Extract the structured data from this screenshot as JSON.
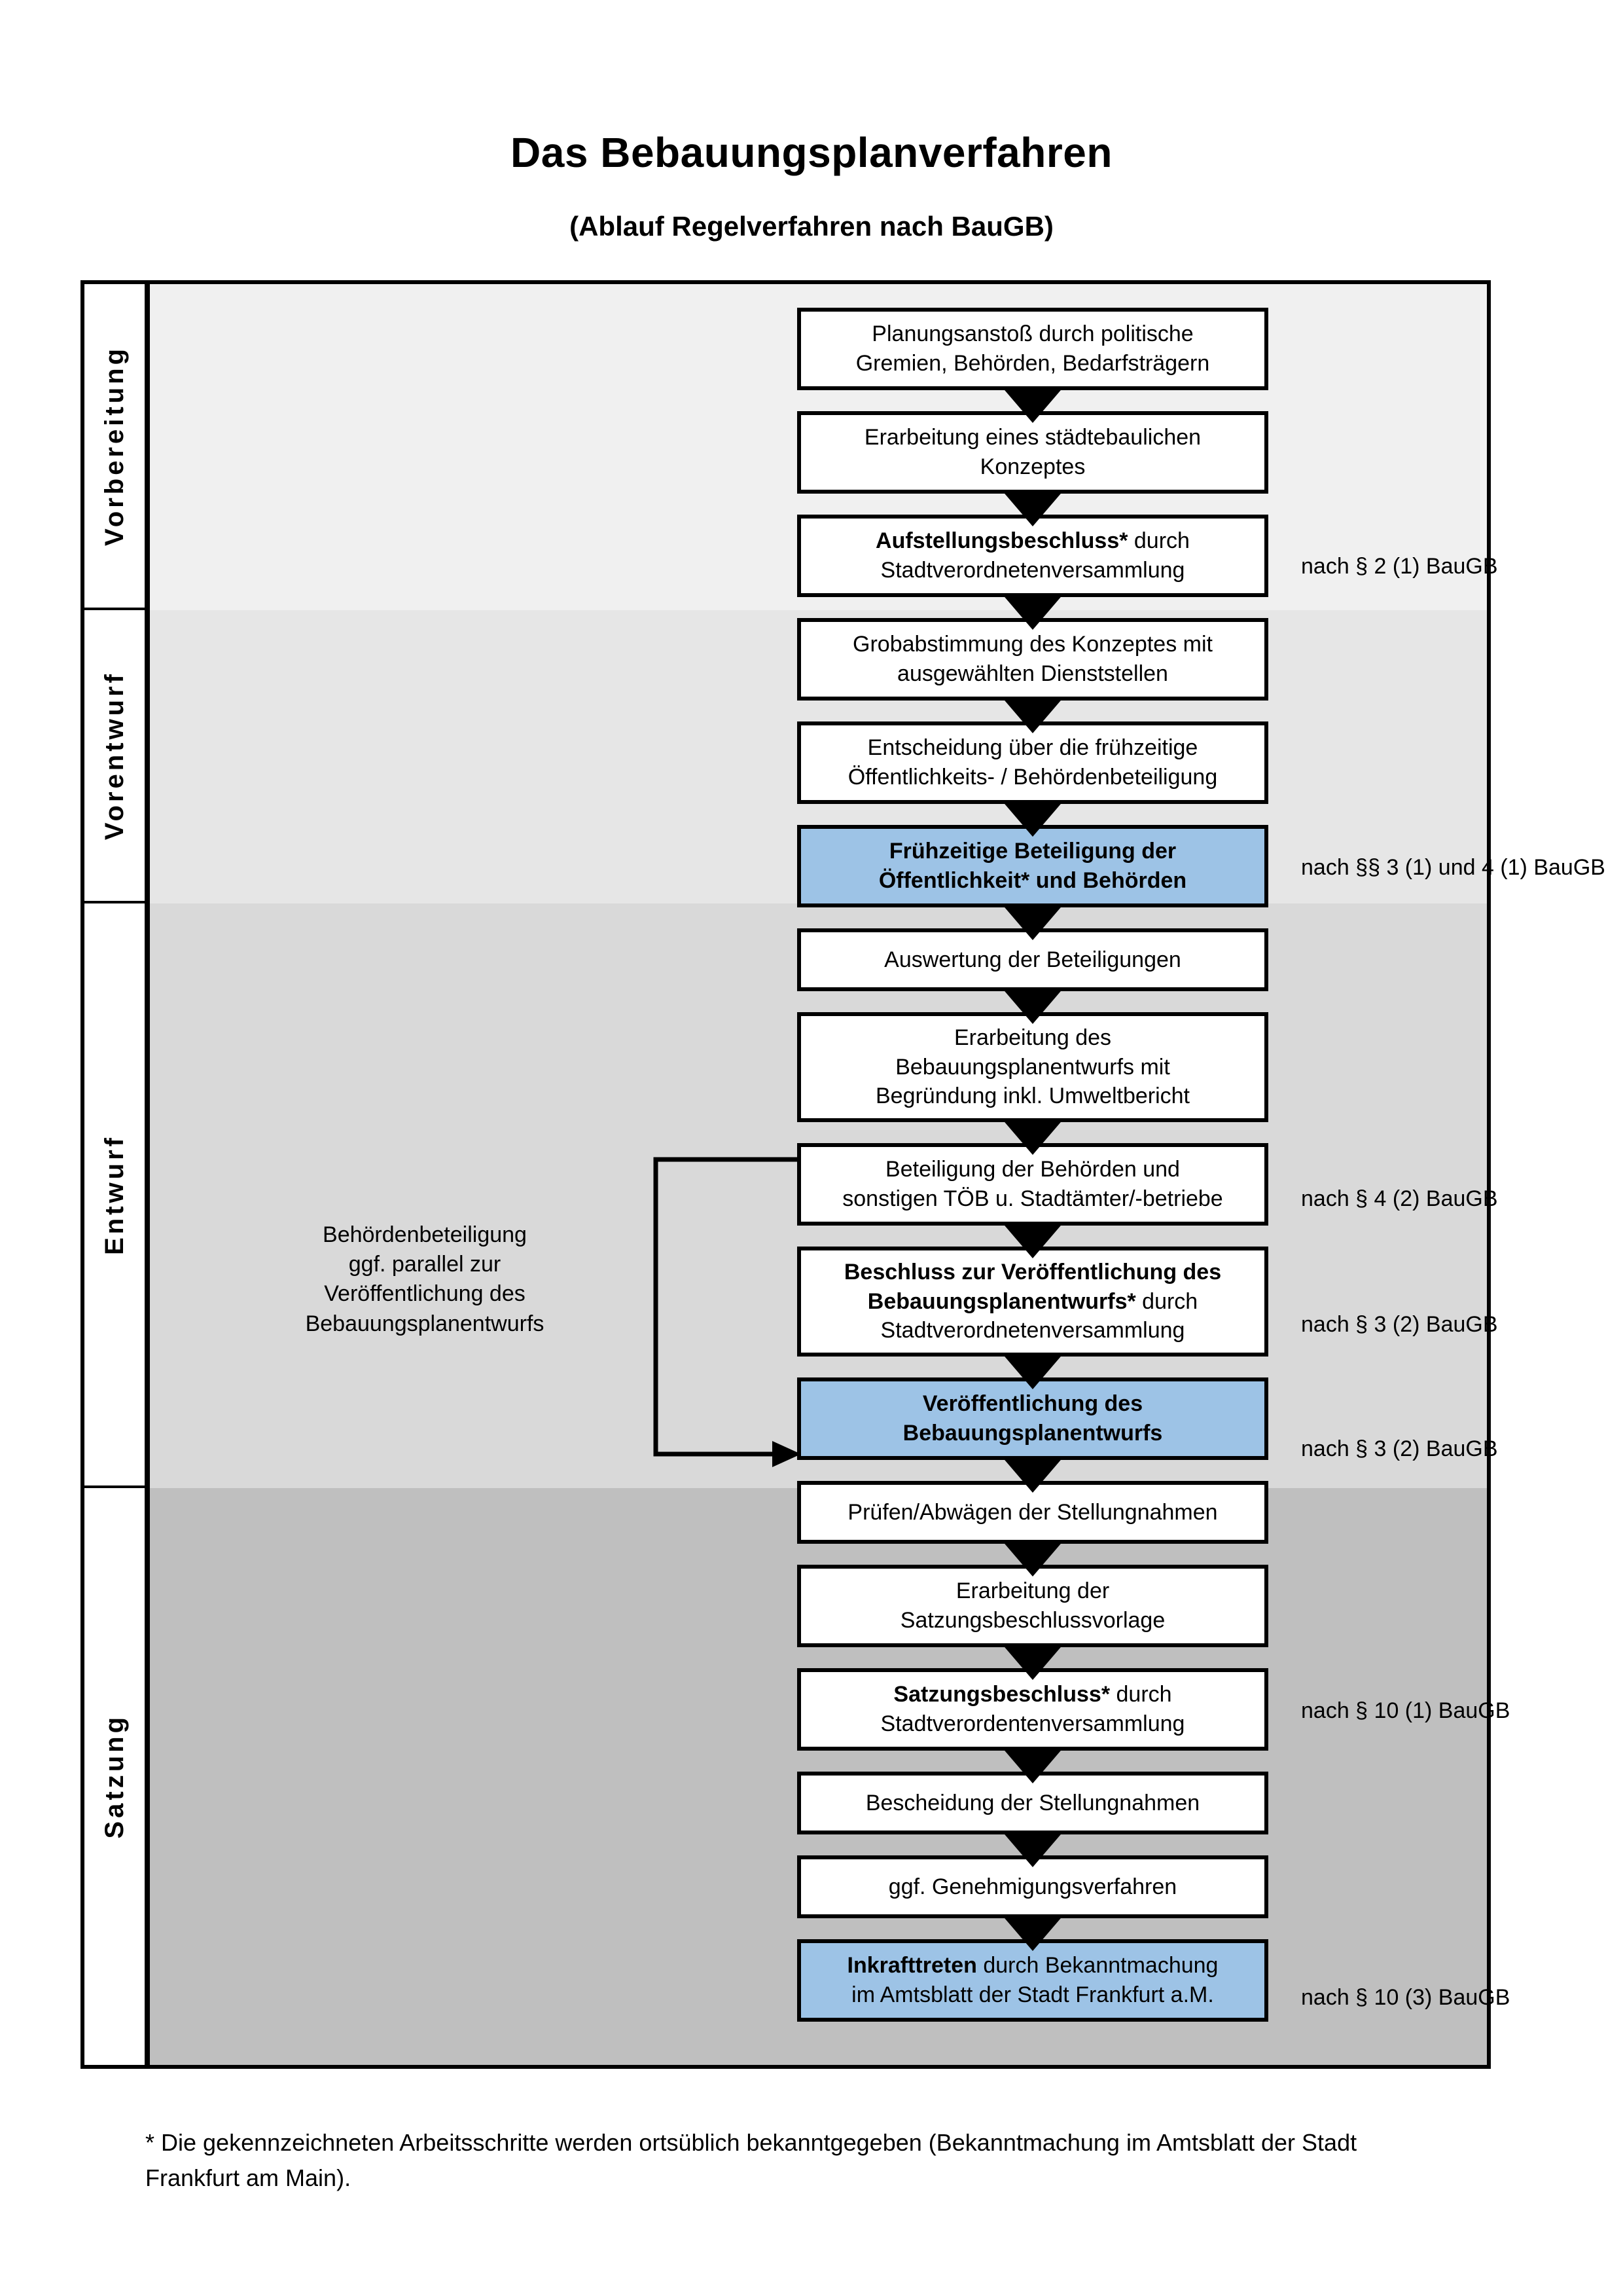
{
  "header": {
    "title": "Das Bebauungsplanverfahren",
    "subtitle": "(Ablauf Regelverfahren nach BauGB)"
  },
  "colors": {
    "highlight_box": "#9DC3E6",
    "band_vorbereitung": "#F0F0F0",
    "band_vorentwurf": "#E6E6E6",
    "band_entwurf": "#D9D9D9",
    "band_satzung": "#BFBFBF",
    "outline": "#000000"
  },
  "phases": [
    {
      "id": "vorbereitung",
      "label": "Vorbereitung"
    },
    {
      "id": "vorentwurf",
      "label": "Vorentwurf"
    },
    {
      "id": "entwurf",
      "label": "Entwurf"
    },
    {
      "id": "satzung",
      "label": "Satzung"
    }
  ],
  "steps": [
    {
      "id": "planungsanstoss",
      "phase": "vorbereitung",
      "highlighted": false,
      "lines": [
        "Planungsanstoß durch politische",
        "Gremien, Behörden, Bedarfsträgern"
      ]
    },
    {
      "id": "staedtebauliches-konzept",
      "phase": "vorbereitung",
      "highlighted": false,
      "lines": [
        "Erarbeitung eines städtebaulichen",
        "Konzeptes"
      ]
    },
    {
      "id": "aufstellungsbeschluss",
      "phase": "vorbereitung",
      "highlighted": false,
      "bold_lead": "Aufstellungsbeschluss*",
      "lines": [
        "Aufstellungsbeschluss* durch",
        "Stadtverordnetenversammlung"
      ]
    },
    {
      "id": "grobabstimmung",
      "phase": "vorentwurf",
      "highlighted": false,
      "lines": [
        "Grobabstimmung des Konzeptes mit",
        "ausgewählten Dienststellen"
      ]
    },
    {
      "id": "entscheidung-fruehzeitige",
      "phase": "vorentwurf",
      "highlighted": false,
      "lines": [
        "Entscheidung über die frühzeitige",
        "Öffentlichkeits- / Behördenbeteiligung"
      ]
    },
    {
      "id": "fruehzeitige-beteiligung",
      "phase": "vorentwurf",
      "highlighted": true,
      "lines": [
        "Frühzeitige Beteiligung der",
        "Öffentlichkeit* und Behörden"
      ]
    },
    {
      "id": "auswertung-beteiligungen",
      "phase": "entwurf",
      "highlighted": false,
      "lines": [
        "Auswertung der Beteiligungen"
      ]
    },
    {
      "id": "erarbeitung-entwurf",
      "phase": "entwurf",
      "highlighted": false,
      "lines": [
        "Erarbeitung des",
        "Bebauungsplanentwurfs mit",
        "Begründung inkl. Umweltbericht"
      ]
    },
    {
      "id": "beteiligung-behoerden",
      "phase": "entwurf",
      "highlighted": false,
      "lines": [
        "Beteiligung der Behörden und",
        "sonstigen TÖB u. Stadtämter/-betriebe"
      ]
    },
    {
      "id": "beschluss-veroeffentlichung",
      "phase": "entwurf",
      "highlighted": false,
      "lines": [
        "Beschluss zur Veröffentlichung des",
        "Bebauungsplanentwurfs* durch",
        "Stadtverordnetenversammlung"
      ]
    },
    {
      "id": "veroeffentlichung-entwurf",
      "phase": "entwurf",
      "highlighted": true,
      "lines": [
        "Veröffentlichung des",
        "Bebauungsplanentwurfs"
      ]
    },
    {
      "id": "pruefen-abwaegen",
      "phase": "satzung",
      "highlighted": false,
      "lines": [
        "Prüfen/Abwägen der Stellungnahmen"
      ]
    },
    {
      "id": "satzungsbeschlussvorlage",
      "phase": "satzung",
      "highlighted": false,
      "lines": [
        "Erarbeitung der",
        "Satzungsbeschlussvorlage"
      ]
    },
    {
      "id": "satzungsbeschluss",
      "phase": "satzung",
      "highlighted": false,
      "lines": [
        "Satzungsbeschluss* durch",
        "Stadtverordentenversammlung"
      ]
    },
    {
      "id": "bescheidung-stellungnahmen",
      "phase": "satzung",
      "highlighted": false,
      "lines": [
        "Bescheidung der Stellungnahmen"
      ]
    },
    {
      "id": "genehmigungsverfahren",
      "phase": "satzung",
      "highlighted": false,
      "lines": [
        "ggf. Genehmigungsverfahren"
      ]
    },
    {
      "id": "inkrafttreten",
      "phase": "satzung",
      "highlighted": true,
      "lines": [
        "Inkrafttreten durch Bekanntmachung",
        "im Amtsblatt der Stadt Frankfurt a.M."
      ]
    }
  ],
  "step_text": {
    "planungsanstoss_l1": "Planungsanstoß durch politische",
    "planungsanstoss_l2": "Gremien, Behörden, Bedarfsträgern",
    "konzept_l1": "Erarbeitung eines städtebaulichen",
    "konzept_l2": "Konzeptes",
    "aufstellung_b": "Aufstellungsbeschluss*",
    "aufstellung_rest": " durch",
    "aufstellung_l2": "Stadtverordnetenversammlung",
    "grobabstimmung_l1": "Grobabstimmung des Konzeptes mit",
    "grobabstimmung_l2": "ausgewählten Dienststellen",
    "entscheidung_l1": "Entscheidung über die frühzeitige",
    "entscheidung_l2": "Öffentlichkeits- / Behördenbeteiligung",
    "fruehbet_l1": "Frühzeitige Beteiligung der",
    "fruehbet_l2": "Öffentlichkeit* und Behörden",
    "auswertung_l1": "Auswertung der Beteiligungen",
    "erarbeitung_l1": "Erarbeitung des",
    "erarbeitung_l2": "Bebauungsplanentwurfs mit",
    "erarbeitung_l3": "Begründung inkl. Umweltbericht",
    "behoerden_l1": "Beteiligung der Behörden und",
    "behoerden_l2": "sonstigen TÖB u. Stadtämter/-betriebe",
    "beschluss_l1": "Beschluss zur Veröffentlichung des",
    "beschluss_l2b": "Bebauungsplanentwurfs*",
    "beschluss_l2rest": " durch",
    "beschluss_l3": "Stadtverordnetenversammlung",
    "veroeff_l1": "Veröffentlichung des",
    "veroeff_l2": "Bebauungsplanentwurfs",
    "pruefen_l1": "Prüfen/Abwägen der Stellungnahmen",
    "satzvorlage_l1": "Erarbeitung der",
    "satzvorlage_l2": "Satzungsbeschlussvorlage",
    "satzbeschluss_b": "Satzungsbeschluss*",
    "satzbeschluss_rest": " durch",
    "satzbeschluss_l2": "Stadtverordentenversammlung",
    "bescheidung_l1": "Bescheidung der Stellungnahmen",
    "genehmigung_l1": "ggf. Genehmigungsverfahren",
    "inkraft_b": "Inkrafttreten",
    "inkraft_rest": " durch Bekanntmachung",
    "inkraft_l2": "im Amtsblatt der Stadt Frankfurt a.M."
  },
  "legal_refs": [
    {
      "id": "ref-par2-1",
      "text": "nach § 2 (1) BauGB"
    },
    {
      "id": "ref-par3-1-4-1",
      "text": "nach §§ 3 (1) und 4 (1) BauGB"
    },
    {
      "id": "ref-par4-2",
      "text": "nach § 4 (2) BauGB"
    },
    {
      "id": "ref-par3-2-a",
      "text": "nach § 3 (2) BauGB"
    },
    {
      "id": "ref-par3-2-b",
      "text": "nach § 3 (2) BauGB"
    },
    {
      "id": "ref-par10-1",
      "text": "nach § 10 (1) BauGB"
    },
    {
      "id": "ref-par10-3",
      "text": "nach § 10 (3) BauGB"
    }
  ],
  "parallel_note": {
    "lines": [
      "Behördenbeteiligung",
      "ggf. parallel zur",
      "Veröffentlichung des",
      "Bebauungsplanentwurfs"
    ],
    "l1": "Behördenbeteiligung",
    "l2": "ggf. parallel zur",
    "l3": "Veröffentlichung des",
    "l4": "Bebauungsplanentwurfs"
  },
  "footnote": {
    "l1": "* Die gekennzeichneten Arbeitsschritte werden ortsüblich bekanntgegeben (Bekanntmachung im Amtsblatt  der Stadt",
    "l2": "Frankfurt am Main)."
  }
}
